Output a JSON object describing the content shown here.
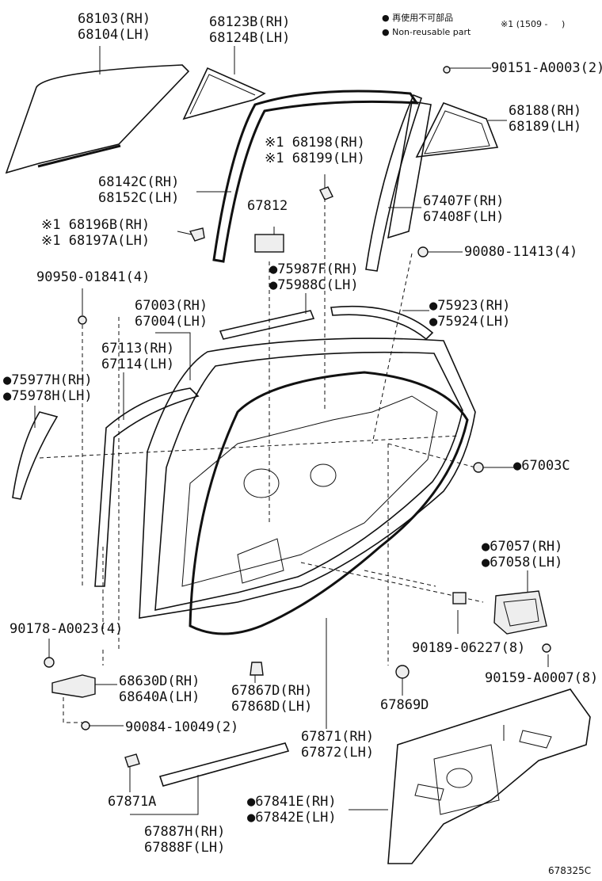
{
  "legend": {
    "item1": "● 再使用不可部品",
    "item2": "● Non-reusable part",
    "note": "※1 (1509 -     )"
  },
  "reference": "678325C",
  "parts": [
    {
      "id": "p01",
      "lines": [
        "68103(RH)",
        "68104(LH)"
      ]
    },
    {
      "id": "p02",
      "lines": [
        "68123B(RH)",
        "68124B(LH)"
      ]
    },
    {
      "id": "p03",
      "lines": [
        "90151-A0003(2)"
      ]
    },
    {
      "id": "p04",
      "lines": [
        "68188(RH)",
        "68189(LH)"
      ]
    },
    {
      "id": "p05",
      "lines": [
        "※1 68198(RH)",
        "※1 68199(LH)"
      ]
    },
    {
      "id": "p06",
      "lines": [
        "68142C(RH)",
        "68152C(LH)"
      ]
    },
    {
      "id": "p07",
      "lines": [
        "67812"
      ]
    },
    {
      "id": "p08",
      "lines": [
        "67407F(RH)",
        "67408F(LH)"
      ]
    },
    {
      "id": "p09",
      "lines": [
        "※1 68196B(RH)",
        "※1 68197A(LH)"
      ]
    },
    {
      "id": "p10",
      "lines": [
        "90080-11413(4)"
      ]
    },
    {
      "id": "p11",
      "lines": [
        "90950-01841(4)"
      ]
    },
    {
      "id": "p12",
      "lines": [
        "●75987F(RH)",
        "●75988C(LH)"
      ]
    },
    {
      "id": "p13",
      "lines": [
        "67003(RH)",
        "67004(LH)"
      ]
    },
    {
      "id": "p14",
      "lines": [
        "●75923(RH)",
        "●75924(LH)"
      ]
    },
    {
      "id": "p15",
      "lines": [
        "67113(RH)",
        "67114(LH)"
      ]
    },
    {
      "id": "p16",
      "lines": [
        "●75977H(RH)",
        "●75978H(LH)"
      ]
    },
    {
      "id": "p17",
      "lines": [
        "●67003C"
      ]
    },
    {
      "id": "p18",
      "lines": [
        "●67057(RH)",
        "●67058(LH)"
      ]
    },
    {
      "id": "p19",
      "lines": [
        "90178-A0023(4)"
      ]
    },
    {
      "id": "p20",
      "lines": [
        "90189-06227(8)"
      ]
    },
    {
      "id": "p21",
      "lines": [
        "90159-A0007(8)"
      ]
    },
    {
      "id": "p22",
      "lines": [
        "68630D(RH)",
        "68640A(LH)"
      ]
    },
    {
      "id": "p23",
      "lines": [
        "67867D(RH)",
        "67868D(LH)"
      ]
    },
    {
      "id": "p24",
      "lines": [
        "67869D"
      ]
    },
    {
      "id": "p25",
      "lines": [
        "90084-10049(2)"
      ]
    },
    {
      "id": "p26",
      "lines": [
        "67871(RH)",
        "67872(LH)"
      ]
    },
    {
      "id": "p27",
      "lines": [
        "67871A"
      ]
    },
    {
      "id": "p28",
      "lines": [
        "●67841E(RH)",
        "●67842E(LH)"
      ]
    },
    {
      "id": "p29",
      "lines": [
        "67887H(RH)",
        "67888F(LH)"
      ]
    }
  ]
}
